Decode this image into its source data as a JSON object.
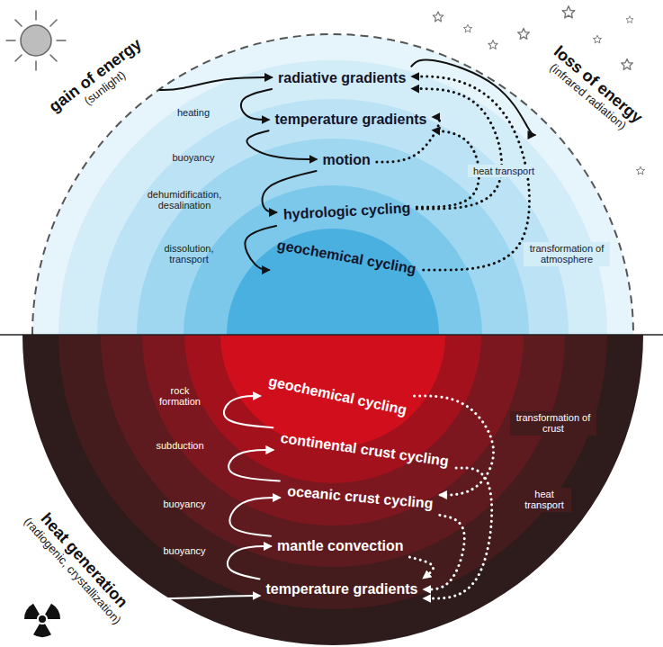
{
  "diagram": {
    "nodes": [
      {
        "text": [
          "radiative gradients"
        ]
      },
      {
        "text": [
          "temperature gradients"
        ]
      },
      {
        "text": [
          "motion"
        ]
      },
      {
        "text": [
          "hydrologic cycling"
        ]
      },
      {
        "text": [
          "geochemical cycling"
        ]
      },
      {
        "text": [
          "geochemical cycling"
        ]
      },
      {
        "text": [
          "continental crust cycling"
        ]
      },
      {
        "text": [
          "oceanic crust cycling"
        ]
      },
      {
        "text": [
          "mantle convection"
        ]
      },
      {
        "text": [
          "temperature gradients"
        ]
      },
      {
        "text": [
          "gain of energy",
          "(sunlight)"
        ]
      },
      {
        "text": [
          "loss of energy",
          "(infrared radiation)"
        ]
      },
      {
        "text": [
          "heat generation",
          "(radiogenic, crystallization)"
        ]
      }
    ],
    "edges": [
      {
        "from": 10,
        "to": 0,
        "arrow": "to"
      },
      {
        "from": 0,
        "to": 11,
        "arrow": "to"
      },
      {
        "from": 0,
        "to": 1,
        "label": "heating",
        "arrow": "to"
      },
      {
        "from": 1,
        "to": 2,
        "label": "buoyancy",
        "arrow": "to"
      },
      {
        "from": 2,
        "to": 3,
        "label": "dehumidification, desalination",
        "arrow": "to"
      },
      {
        "from": 3,
        "to": 4,
        "label": "dissolution, transport",
        "arrow": "to"
      },
      {
        "from": 2,
        "to": 1,
        "arrow": "to"
      },
      {
        "from": 3,
        "to": 1,
        "label": "heat transport",
        "arrow": "to"
      },
      {
        "from": 3,
        "to": 0,
        "arrow": "to"
      },
      {
        "from": 4,
        "to": 0,
        "label": "transformation of atmosphere",
        "arrow": "to"
      },
      {
        "from": 12,
        "to": 9,
        "arrow": "to"
      },
      {
        "from": 9,
        "to": 8,
        "label": "buoyancy",
        "arrow": "to"
      },
      {
        "from": 8,
        "to": 7,
        "label": "buoyancy",
        "arrow": "to"
      },
      {
        "from": 7,
        "to": 6,
        "label": "subduction",
        "arrow": "to"
      },
      {
        "from": 6,
        "to": 5,
        "label": "rock formation",
        "arrow": "to"
      },
      {
        "from": 5,
        "to": 7,
        "label": "transformation of crust",
        "arrow": "to"
      },
      {
        "from": 6,
        "to": 9,
        "arrow": "to"
      },
      {
        "from": 7,
        "to": 9,
        "label": "heat transport",
        "arrow": "to"
      },
      {
        "from": 8,
        "to": 9,
        "arrow": "to"
      }
    ]
  }
}
